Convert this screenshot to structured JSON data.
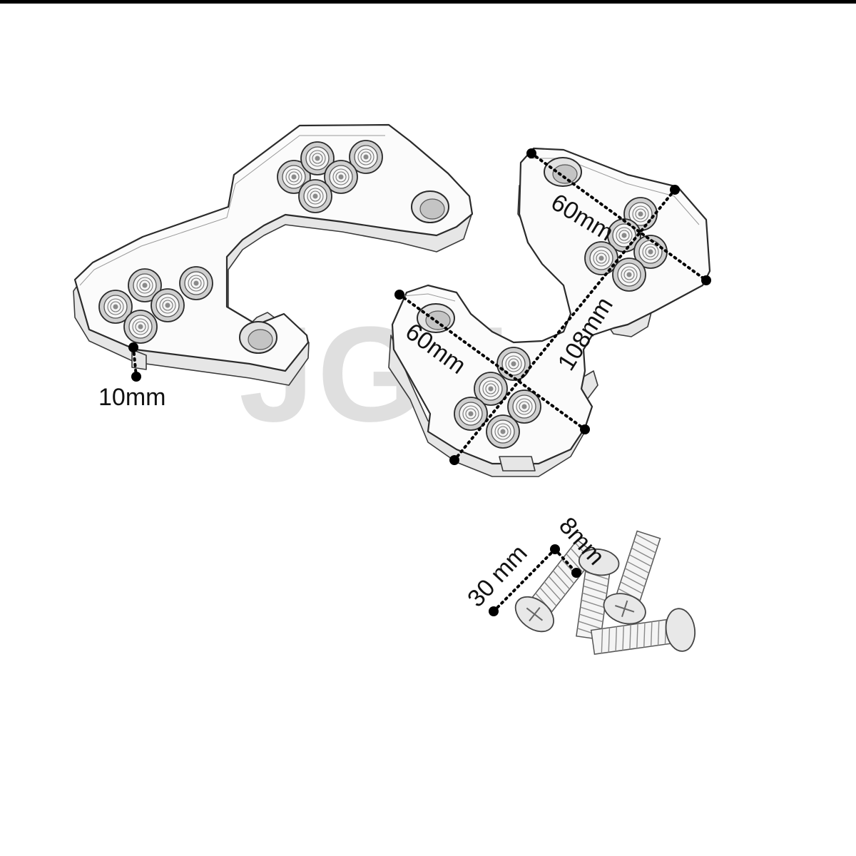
{
  "brand": {
    "watermark": "JGZ"
  },
  "dimensions": {
    "plate_thickness": "10mm",
    "hole_spacing_upper": "60mm",
    "hole_spacing_lower": "60mm",
    "plate_length": "108mm",
    "screw_length": "30 mm",
    "screw_diameter": "8mm"
  },
  "colors": {
    "line": "#000000",
    "plate_fill": "#fbfbfb",
    "background": "#ffffff"
  }
}
